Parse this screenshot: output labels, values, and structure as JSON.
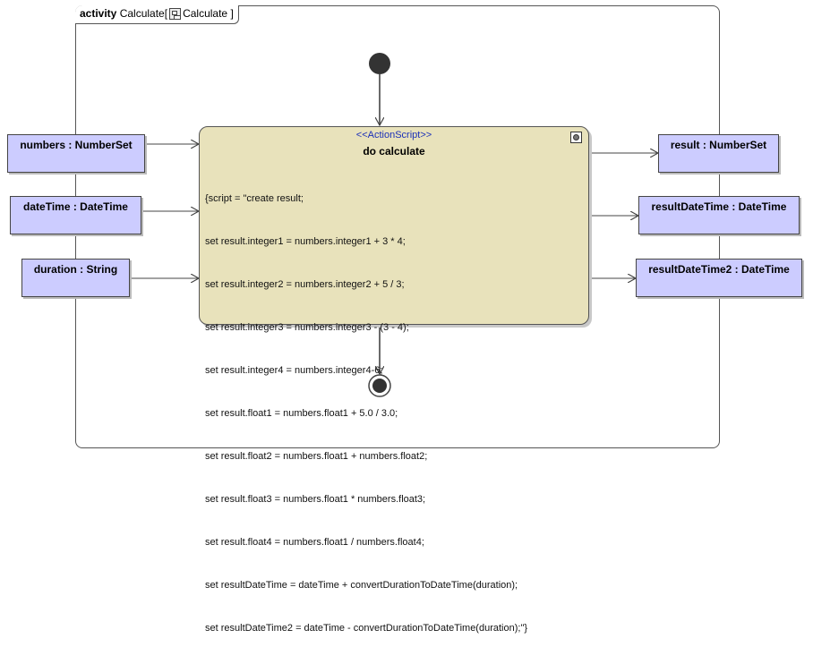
{
  "frame": {
    "keyword": "activity",
    "name": "Calculate[",
    "tab_name": "Calculate ]"
  },
  "inputs": [
    {
      "label": "numbers : NumberSet"
    },
    {
      "label": "dateTime : DateTime"
    },
    {
      "label": "duration : String"
    }
  ],
  "outputs": [
    {
      "label": "result : NumberSet"
    },
    {
      "label": "resultDateTime : DateTime"
    },
    {
      "label": "resultDateTime2 : DateTime"
    }
  ],
  "action": {
    "stereotype": "<<ActionScript>>",
    "name": "do calculate",
    "script_lines": [
      "{script = \"create result;",
      "set result.integer1 = numbers.integer1 + 3 * 4;",
      "set result.integer2 = numbers.integer2 + 5 / 3;",
      "set result.integer3 = numbers.integer3 - (3 - 4);",
      "set result.integer4 = numbers.integer4-6;",
      "set result.float1 = numbers.float1 + 5.0 / 3.0;",
      "set result.float2 = numbers.float1 + numbers.float2;",
      "set result.float3 = numbers.float1 * numbers.float3;",
      "set result.float4 = numbers.float1 / numbers.float4;",
      "set resultDateTime = dateTime + convertDurationToDateTime(duration);",
      "set resultDateTime2 = dateTime - convertDurationToDateTime(duration);\"}"
    ]
  },
  "colors": {
    "pin_fill": "#ccccff",
    "action_fill": "#e8e2bb",
    "stereotype_text": "#1a2fb8",
    "edge": "#444444"
  }
}
